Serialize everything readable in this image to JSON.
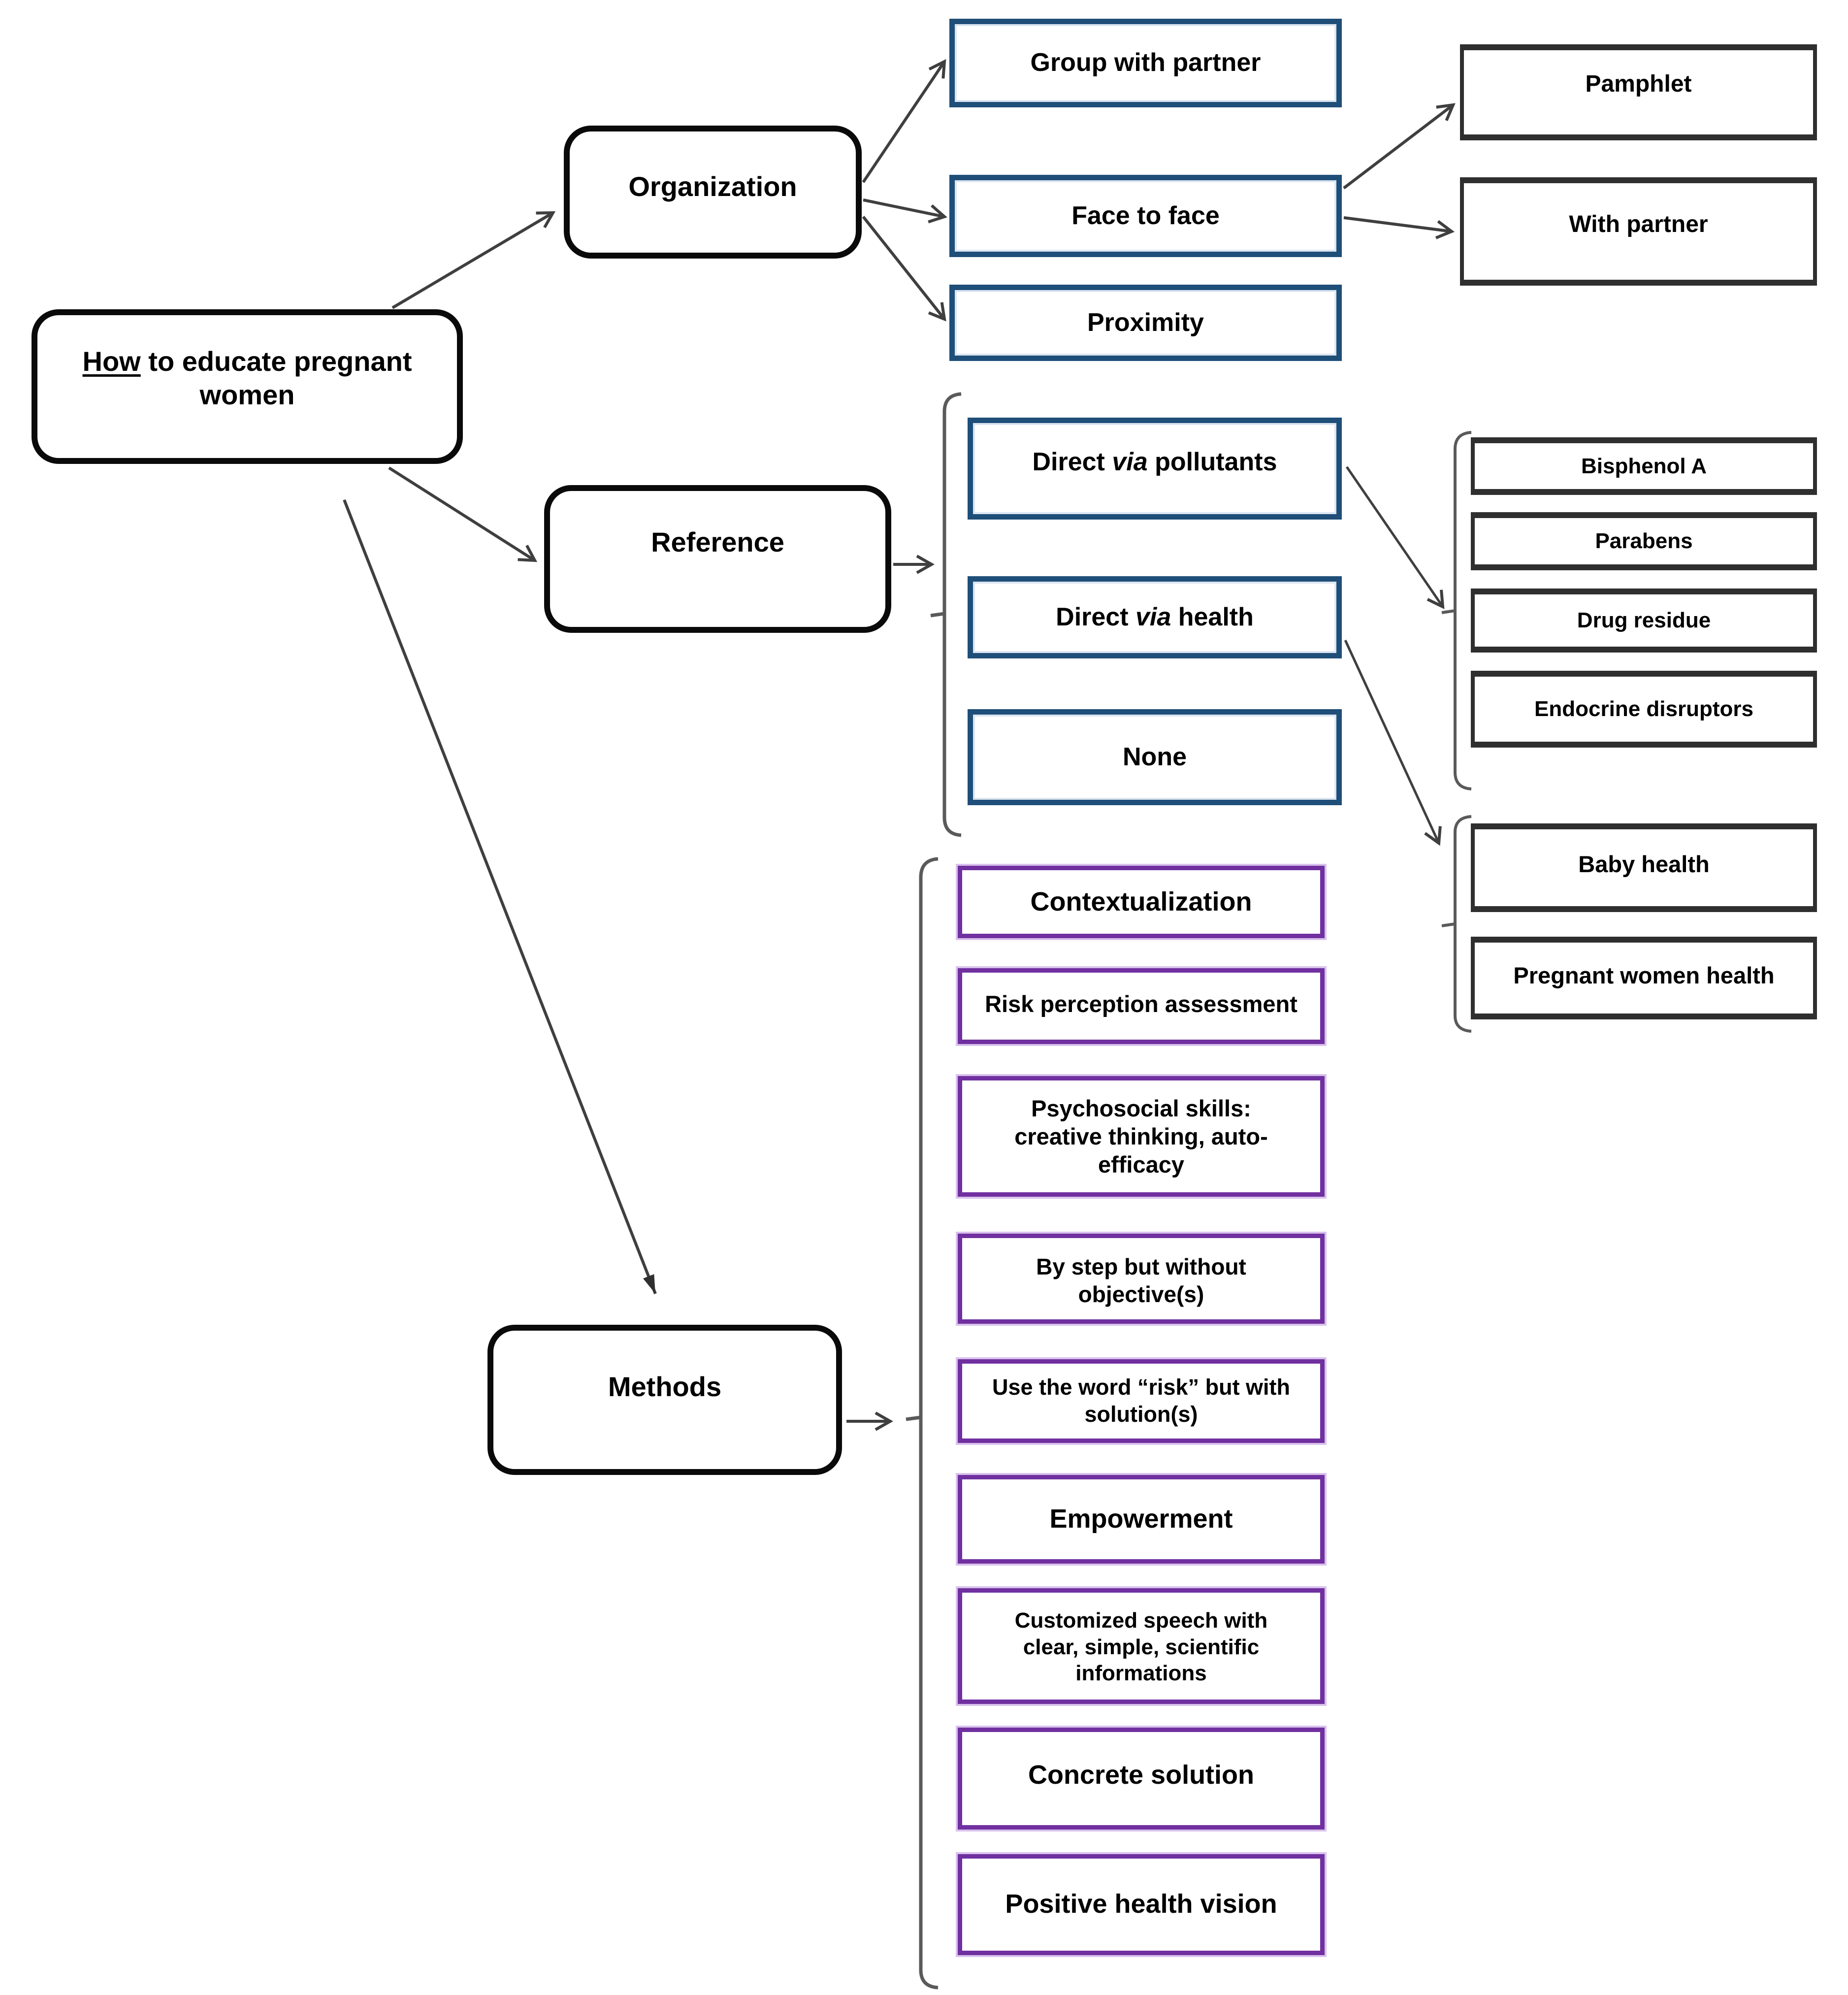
{
  "figure": {
    "title_node": {
      "word_underlined": "How",
      "line1_rest": " to educate pregnant",
      "line2": "women"
    },
    "branches": {
      "organization": {
        "label": "Organization",
        "children": [
          "Group with partner",
          "Face to face",
          "Proximity"
        ],
        "face_to_face_children": [
          "Pamphlet",
          "With partner"
        ]
      },
      "reference": {
        "label": "Reference",
        "children": [
          {
            "pre": "Direct ",
            "italic": "via",
            "post": " pollutants"
          },
          {
            "pre": "Direct ",
            "italic": "via",
            "post": " health"
          },
          {
            "label": "None"
          }
        ],
        "pollutant_examples": [
          "Bisphenol A",
          "Parabens",
          "Drug residue",
          "Endocrine disruptors"
        ],
        "health_topics": [
          "Baby health",
          "Pregnant women health"
        ]
      },
      "methods": {
        "label": "Methods",
        "items": [
          "Contextualization",
          "Risk perception assessment",
          "Psychosocial skills: creative thinking, auto-efficacy",
          "By step but without objective(s)",
          "Use the word “risk” but with solution(s)",
          "Empowerment",
          "Customized speech with clear, simple, scientific informations",
          "Concrete solution",
          "Positive health vision"
        ]
      }
    },
    "colors": {
      "blue_border": "#1F4E79",
      "purple_border": "#7030A0",
      "dark_border": "#2F2F2F",
      "rounded_border": "#0A0A0A",
      "arrow": "#3F3F3F",
      "bracket": "#5A5A5A"
    }
  }
}
